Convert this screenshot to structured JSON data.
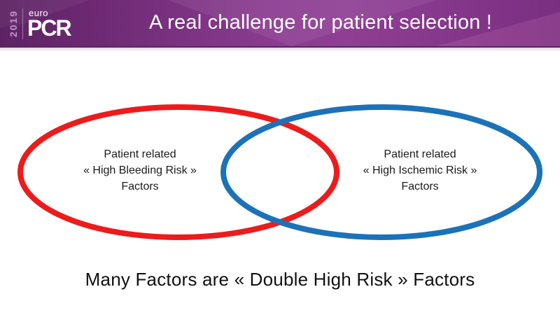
{
  "slide": {
    "header": {
      "logo": {
        "year": "2019",
        "brand_top": "euro",
        "brand_main": "PCR"
      },
      "title": "A real challenge for patient selection !"
    },
    "venn": {
      "left": {
        "color": "#ed1b1b",
        "lines": [
          "Patient related",
          "« High Bleeding Risk »",
          "Factors"
        ]
      },
      "right": {
        "color": "#1c72b8",
        "lines": [
          "Patient related",
          "« High Ischemic Risk »",
          "Factors"
        ]
      }
    },
    "statement": "Many Factors are « Double High Risk » Factors",
    "colors": {
      "header_purple": "#7c3181",
      "header_dark_edge": "#5d2562",
      "bleeding_red": "#ed1b1b",
      "ischemic_blue": "#1c72b8",
      "text_black": "#1a1a1a"
    }
  }
}
